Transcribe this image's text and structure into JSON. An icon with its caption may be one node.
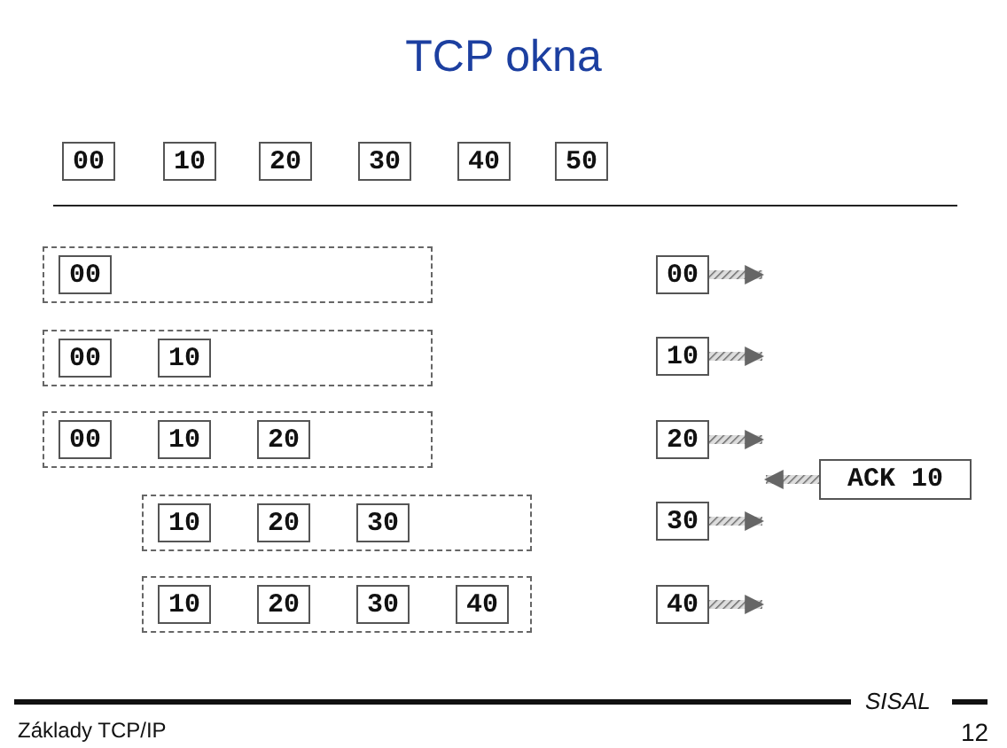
{
  "diagram": {
    "title": "TCP okna",
    "nodes": [
      {
        "text": [
          "00"
        ]
      },
      {
        "text": [
          "10"
        ]
      },
      {
        "text": [
          "20"
        ]
      },
      {
        "text": [
          "30"
        ]
      },
      {
        "text": [
          "40"
        ]
      },
      {
        "text": [
          "50"
        ]
      },
      {
        "text": [],
        "shape": "box"
      },
      {
        "text": [
          "00"
        ],
        "in": 6
      },
      {
        "text": [],
        "shape": "box"
      },
      {
        "text": [
          "00"
        ],
        "in": 8
      },
      {
        "text": [
          "10"
        ],
        "in": 8
      },
      {
        "text": [],
        "shape": "box"
      },
      {
        "text": [
          "00"
        ],
        "in": 11
      },
      {
        "text": [
          "10"
        ],
        "in": 11
      },
      {
        "text": [
          "20"
        ],
        "in": 11
      },
      {
        "text": [],
        "shape": "box"
      },
      {
        "text": [
          "10"
        ],
        "in": 15
      },
      {
        "text": [
          "20"
        ],
        "in": 15
      },
      {
        "text": [
          "30"
        ],
        "in": 15
      },
      {
        "text": [],
        "shape": "box"
      },
      {
        "text": [
          "10"
        ],
        "in": 19
      },
      {
        "text": [
          "20"
        ],
        "in": 19
      },
      {
        "text": [
          "30"
        ],
        "in": 19
      },
      {
        "text": [
          "40"
        ],
        "in": 19
      },
      {
        "text": [
          "00"
        ]
      },
      {
        "text": [
          "10"
        ]
      },
      {
        "text": [
          "20"
        ]
      },
      {
        "text": [
          "ACK 10"
        ]
      },
      {
        "text": [
          "30"
        ]
      },
      {
        "text": [
          "40"
        ]
      }
    ],
    "edges": [
      {
        "from": 24,
        "to": null,
        "arrow": "to"
      },
      {
        "from": 25,
        "to": null,
        "arrow": "to"
      },
      {
        "from": 26,
        "to": null,
        "arrow": "to"
      },
      {
        "from": 27,
        "to": null,
        "arrow": "to"
      },
      {
        "from": 28,
        "to": null,
        "arrow": "to"
      },
      {
        "from": 29,
        "to": null,
        "arrow": "to"
      }
    ],
    "labels": [
      "SISAL",
      "Základy TCP/IP",
      "12"
    ]
  }
}
